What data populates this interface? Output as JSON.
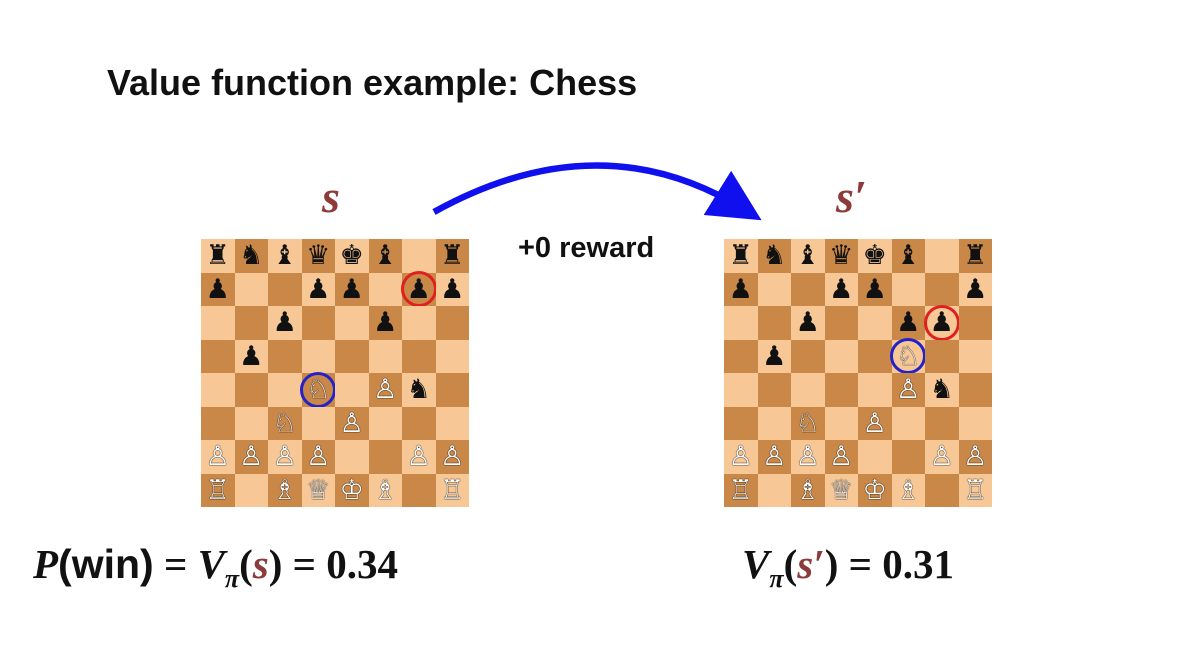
{
  "title": "Value function example: Chess",
  "state_s_label": "s",
  "state_s_prime_label": "s′",
  "transition_label": "+0 reward",
  "equation_left": {
    "p": "P",
    "win": "(win)",
    "eq1": " = ",
    "v": "V",
    "sub": "π",
    "open": "(",
    "state": "s",
    "close": ")",
    "eq2": " = ",
    "value": "0.34"
  },
  "equation_right": {
    "v": "V",
    "sub": "π",
    "open": "(",
    "state": "s′",
    "close": ")",
    "eq": " = ",
    "value": "0.31"
  },
  "colors": {
    "light_square": "#f7c795",
    "dark_square": "#c98848",
    "arrow": "#1010ee",
    "highlight_red": "#e01f1f",
    "highlight_blue": "#2222cc",
    "state_text": "#8c3a3a"
  },
  "boards": {
    "s": {
      "rows": [
        [
          "r",
          "n",
          "b",
          "q",
          "k",
          "b",
          "",
          "r"
        ],
        [
          "p",
          "",
          "",
          "p",
          "p",
          "",
          "p",
          "p"
        ],
        [
          "",
          "",
          "p",
          "",
          "",
          "p",
          "",
          ""
        ],
        [
          "",
          "p",
          "",
          "",
          "",
          "",
          "",
          ""
        ],
        [
          "",
          "",
          "",
          "N",
          "",
          "P",
          "n",
          ""
        ],
        [
          "",
          "",
          "N",
          "",
          "P",
          "",
          "",
          ""
        ],
        [
          "P",
          "P",
          "P",
          "P",
          "",
          "",
          "P",
          "P"
        ],
        [
          "R",
          "",
          "B",
          "Q",
          "K",
          "B",
          "",
          "R"
        ]
      ],
      "highlights": [
        {
          "row": 1,
          "col": 6,
          "color": "red"
        },
        {
          "row": 4,
          "col": 3,
          "color": "blue"
        }
      ]
    },
    "s_prime": {
      "rows": [
        [
          "r",
          "n",
          "b",
          "q",
          "k",
          "b",
          "",
          "r"
        ],
        [
          "p",
          "",
          "",
          "p",
          "p",
          "",
          "",
          "p"
        ],
        [
          "",
          "",
          "p",
          "",
          "",
          "p",
          "p",
          ""
        ],
        [
          "",
          "p",
          "",
          "",
          "",
          "N",
          "",
          ""
        ],
        [
          "",
          "",
          "",
          "",
          "",
          "P",
          "n",
          ""
        ],
        [
          "",
          "",
          "N",
          "",
          "P",
          "",
          "",
          ""
        ],
        [
          "P",
          "P",
          "P",
          "P",
          "",
          "",
          "P",
          "P"
        ],
        [
          "R",
          "",
          "B",
          "Q",
          "K",
          "B",
          "",
          "R"
        ]
      ],
      "highlights": [
        {
          "row": 2,
          "col": 6,
          "color": "red"
        },
        {
          "row": 3,
          "col": 5,
          "color": "blue"
        }
      ]
    }
  }
}
